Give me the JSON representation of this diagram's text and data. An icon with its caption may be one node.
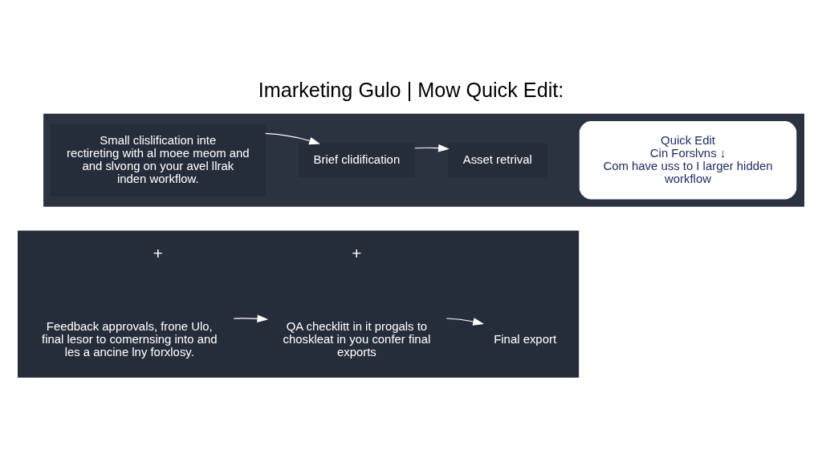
{
  "diagram": {
    "title": "Imarketing Gulo | Mow Quick Edit:",
    "nodes": [
      {
        "text": [],
        "shape": "box"
      },
      {
        "text": [
          "Small clislification inte rectireting with al moee meom and and slvong on your avel llrak inden workflow."
        ],
        "in": 0
      },
      {
        "text": [
          "Brief clidification"
        ],
        "in": 0
      },
      {
        "text": [
          "Asset retrival"
        ],
        "in": 0
      },
      {
        "text": [
          "Quick Edit",
          "Cin Forslvns ↓",
          "Com have uss to I larger hidden workflow"
        ],
        "in": 0
      },
      {
        "text": [],
        "shape": "box"
      },
      {
        "text": [
          "Feedback approvals, frone Ulo, final lesor to comernsing into and les a ancine lny forxlosy."
        ],
        "in": 5
      },
      {
        "text": [
          "QA checklitt in it progals to choskleat in you confer final exports"
        ],
        "in": 5
      },
      {
        "text": [
          "Final export"
        ],
        "in": 5
      }
    ],
    "edges": [
      {
        "from": 1,
        "to": 2,
        "arrow": "to"
      },
      {
        "from": 2,
        "to": 3,
        "arrow": "to"
      },
      {
        "from": 6,
        "to": 7,
        "arrow": "to"
      },
      {
        "from": 7,
        "to": 8,
        "arrow": "to"
      }
    ],
    "labels": [
      "+",
      "+"
    ]
  }
}
